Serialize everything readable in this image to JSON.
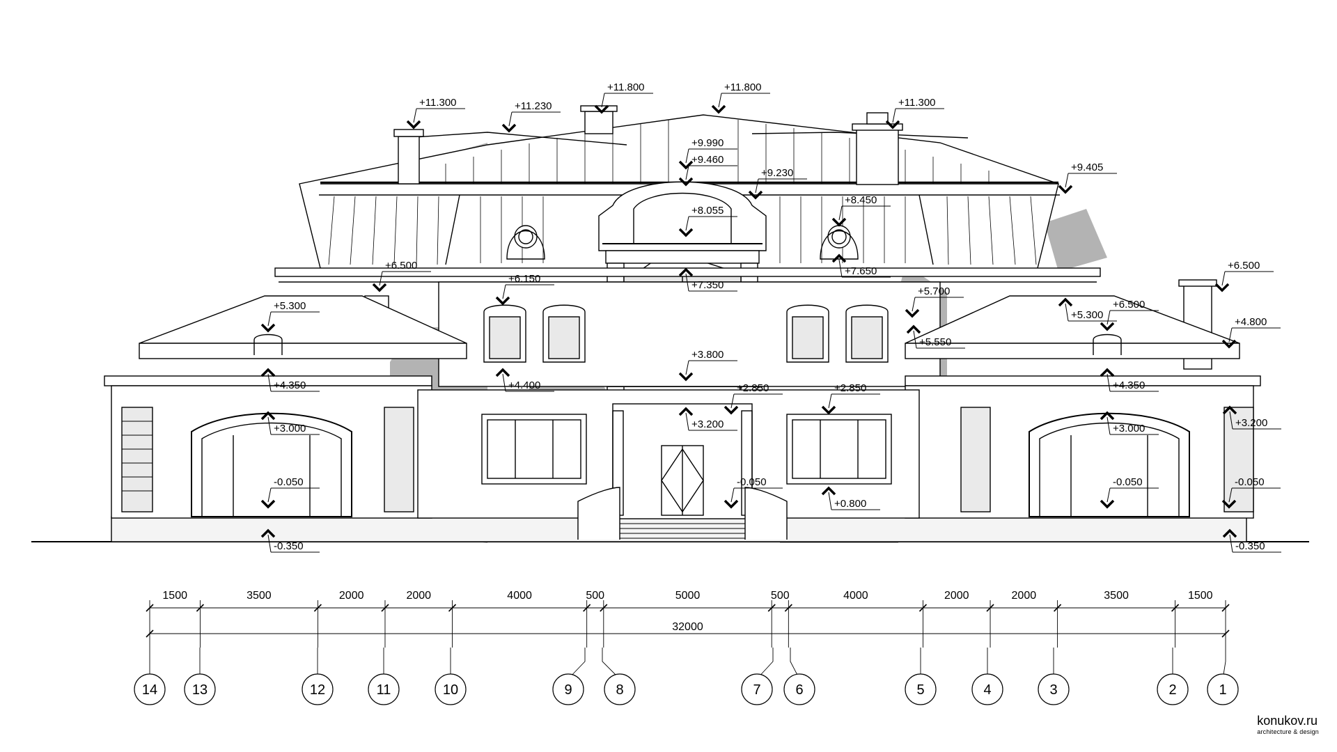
{
  "brand": {
    "name": "konukov.ru",
    "tagline": "architecture & design"
  },
  "levels": [
    {
      "id": "l1",
      "text": "+11.300"
    },
    {
      "id": "l2",
      "text": "+11.230"
    },
    {
      "id": "l3",
      "text": "+11.800"
    },
    {
      "id": "l4",
      "text": "+11.800"
    },
    {
      "id": "l5",
      "text": "+11.300"
    },
    {
      "id": "l6",
      "text": "+9.990"
    },
    {
      "id": "l7",
      "text": "+9.460"
    },
    {
      "id": "l8",
      "text": "+9.230"
    },
    {
      "id": "l9",
      "text": "+9.405"
    },
    {
      "id": "l10",
      "text": "+8.450"
    },
    {
      "id": "l11",
      "text": "+8.055"
    },
    {
      "id": "l12",
      "text": "+7.650"
    },
    {
      "id": "l13",
      "text": "+7.350"
    },
    {
      "id": "l14",
      "text": "+6.500"
    },
    {
      "id": "l15",
      "text": "+6.150"
    },
    {
      "id": "l16",
      "text": "+5.700"
    },
    {
      "id": "l17",
      "text": "+6.500"
    },
    {
      "id": "l18",
      "text": "+5.300"
    },
    {
      "id": "l19",
      "text": "+5.300"
    },
    {
      "id": "l20",
      "text": "+6.500"
    },
    {
      "id": "l21",
      "text": "+4.800"
    },
    {
      "id": "l22",
      "text": "+5.550"
    },
    {
      "id": "l23",
      "text": "+3.800"
    },
    {
      "id": "l24",
      "text": "+4.350"
    },
    {
      "id": "l25",
      "text": "+4.400"
    },
    {
      "id": "l26",
      "text": "+2.850"
    },
    {
      "id": "l27",
      "text": "+2.850"
    },
    {
      "id": "l28",
      "text": "+4.350"
    },
    {
      "id": "l29",
      "text": "+3.000"
    },
    {
      "id": "l30",
      "text": "+3.200"
    },
    {
      "id": "l31",
      "text": "+3.000"
    },
    {
      "id": "l32",
      "text": "+3.200"
    },
    {
      "id": "l33",
      "text": "-0.050"
    },
    {
      "id": "l34",
      "text": "-0.050"
    },
    {
      "id": "l35",
      "text": "-0.050"
    },
    {
      "id": "l36",
      "text": "-0.050"
    },
    {
      "id": "l37",
      "text": "+0.800"
    },
    {
      "id": "l38",
      "text": "-0.350"
    },
    {
      "id": "l39",
      "text": "-0.350"
    }
  ],
  "dimensions": {
    "segments": [
      "1500",
      "3500",
      "2000",
      "2000",
      "4000",
      "500",
      "5000",
      "500",
      "4000",
      "2000",
      "2000",
      "3500",
      "1500"
    ],
    "total": "32000"
  },
  "axes": [
    "14",
    "13",
    "12",
    "11",
    "10",
    "9",
    "8",
    "7",
    "6",
    "5",
    "4",
    "3",
    "2",
    "1"
  ]
}
